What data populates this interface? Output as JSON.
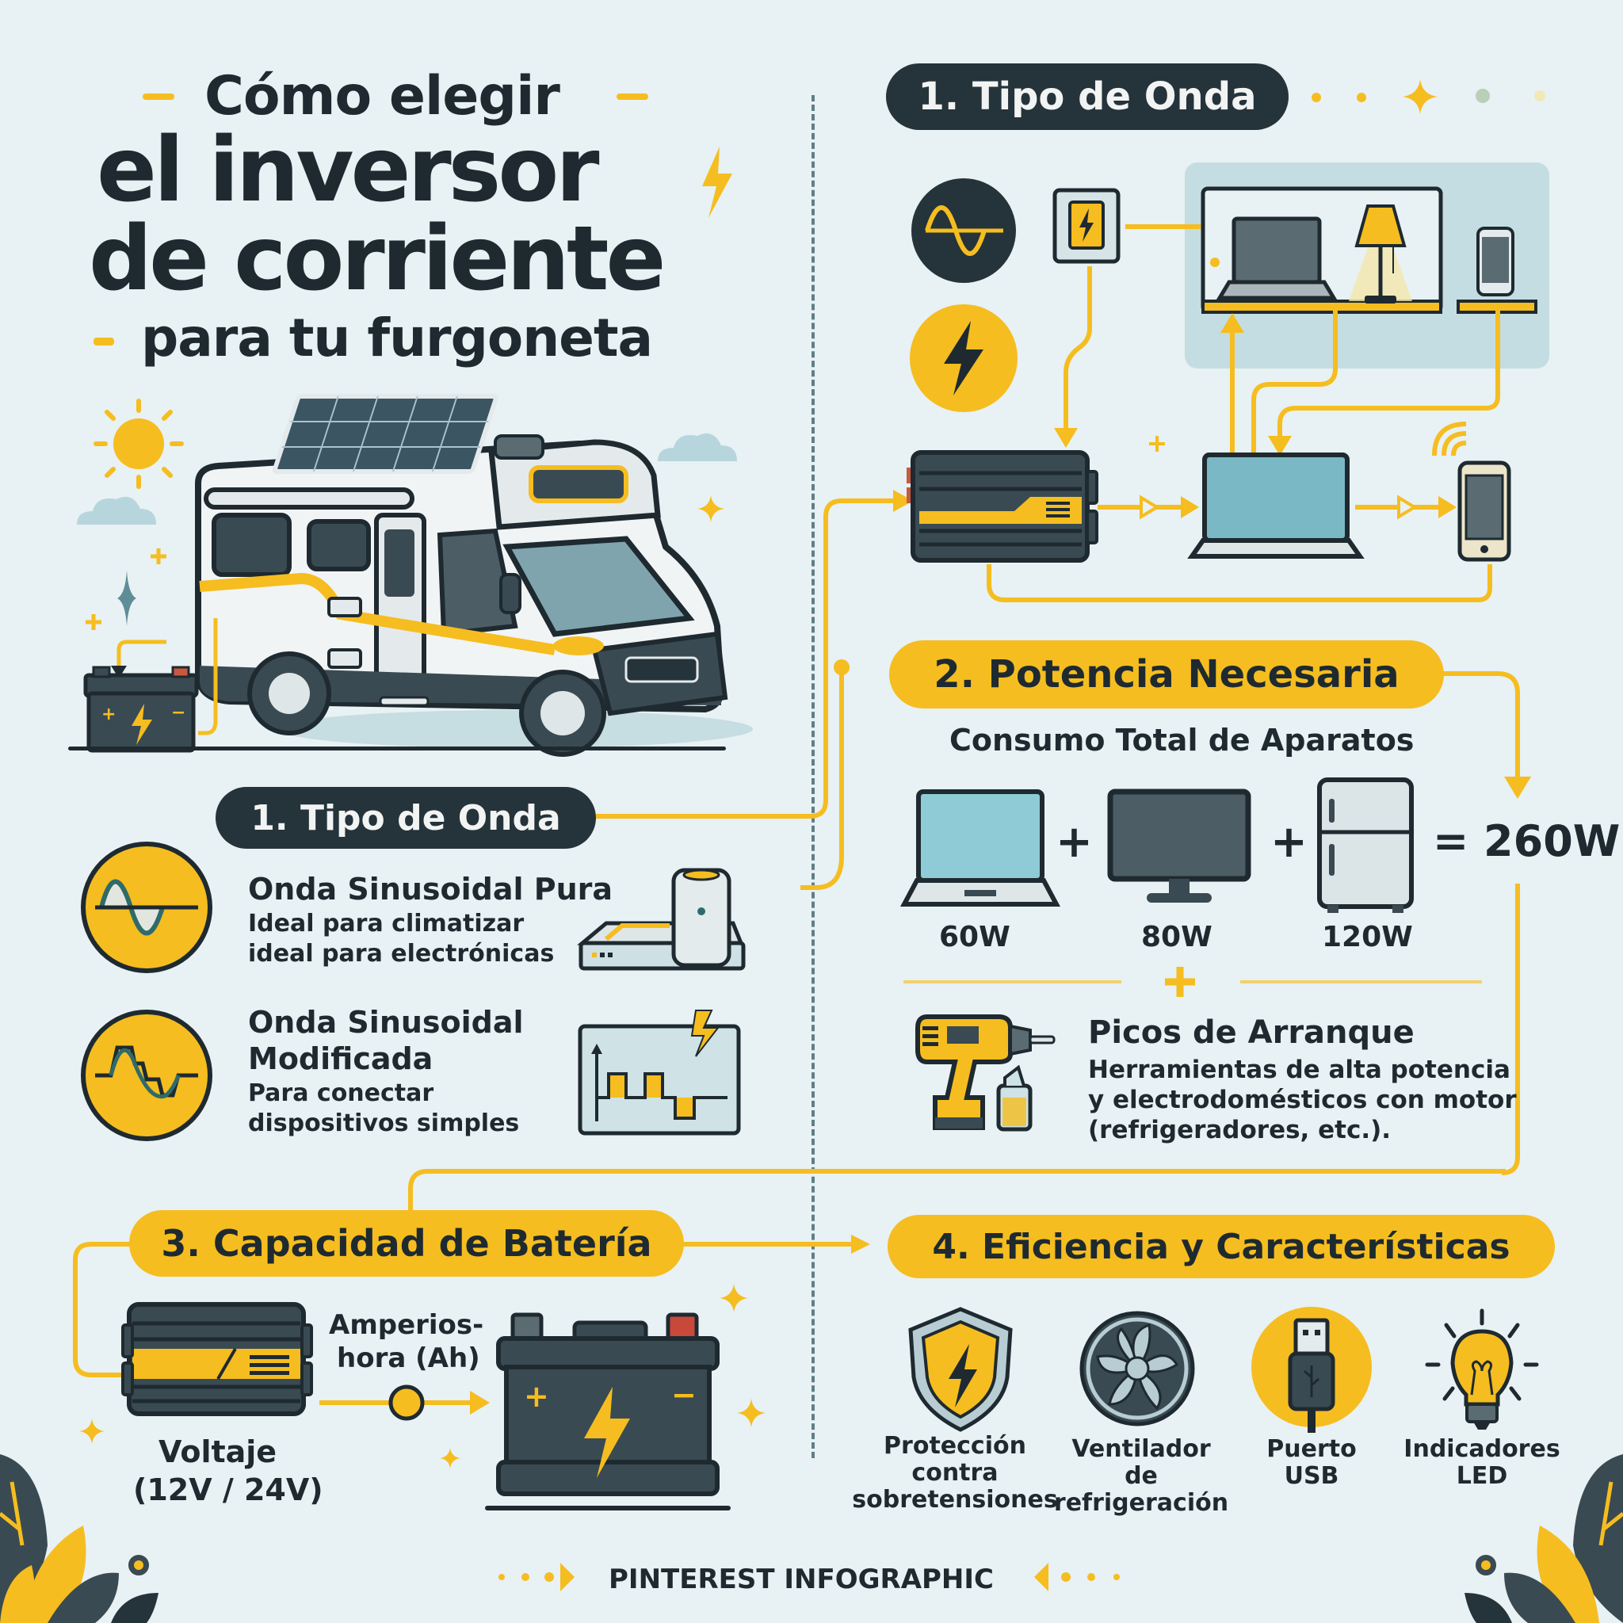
{
  "colors": {
    "background": "#e8f1f3",
    "dark": "#25333a",
    "yellow": "#f5bd1f",
    "light_blue": "#bcd9df",
    "white": "#f4f7f8"
  },
  "title": {
    "line1": "Cómo elegir",
    "line2": "el inversor",
    "line3": "de corriente",
    "line4": "para tu furgoneta"
  },
  "hero": {
    "icons": [
      "sun-icon",
      "cloud-icon",
      "camper-van-icon",
      "solar-panel-icon",
      "battery-icon"
    ]
  },
  "section1_top": {
    "label": "1. Tipo de Onda",
    "icons": [
      "sine-wave-icon",
      "lightning-icon",
      "wall-outlet-icon",
      "laptop-icon",
      "lamp-icon",
      "phone-icon",
      "inverter-icon",
      "wifi-icon"
    ]
  },
  "section1": {
    "label": "1. Tipo de Onda",
    "items": [
      {
        "title": "Onda Sinusoidal Pura",
        "line1": "Ideal para climatizar",
        "line2": "ideal para electrónicas",
        "icon": "pure-sine-wave-icon",
        "device": "router-device-icon"
      },
      {
        "title1": "Onda Sinusoidal",
        "title2": "Modificada",
        "line1": "Para conectar",
        "line2": "dispositivos simples",
        "icon": "modified-sine-wave-icon",
        "device": "square-wave-chart-icon"
      }
    ]
  },
  "section2": {
    "label": "2. Potencia Necesaria",
    "subtitle": "Consumo Total de Aparatos",
    "devices": [
      {
        "name": "laptop",
        "watts": "60W"
      },
      {
        "name": "monitor",
        "watts": "80W"
      },
      {
        "name": "fridge",
        "watts": "120W"
      }
    ],
    "plus": "+",
    "total": "= 260W",
    "peaks": {
      "title": "Picos de Arranque",
      "line1": "Herramientas de alta potencia",
      "line2": "y electrodomésticos con motor",
      "line3": "(refrigeradores, etc.)."
    }
  },
  "section3": {
    "label": "3. Capacidad de Batería",
    "amp_hours_line1": "Amperios-",
    "amp_hours_line2": "hora (Ah)",
    "voltage_line1": "Voltaje",
    "voltage_line2": "(12V / 24V)"
  },
  "section4": {
    "label": "4. Eficiencia y Características",
    "features": [
      {
        "icon": "shield-lightning-icon",
        "lines": [
          "Protección",
          "contra",
          "sobretensiones"
        ]
      },
      {
        "icon": "fan-icon",
        "lines": [
          "Ventilador",
          "de",
          "refrigeración"
        ]
      },
      {
        "icon": "usb-icon",
        "lines": [
          "Puerto",
          "USB"
        ]
      },
      {
        "icon": "led-bulb-icon",
        "lines": [
          "Indicadores",
          "LED"
        ]
      }
    ]
  },
  "footer": {
    "label": "PINTEREST INFOGRAPHIC"
  }
}
